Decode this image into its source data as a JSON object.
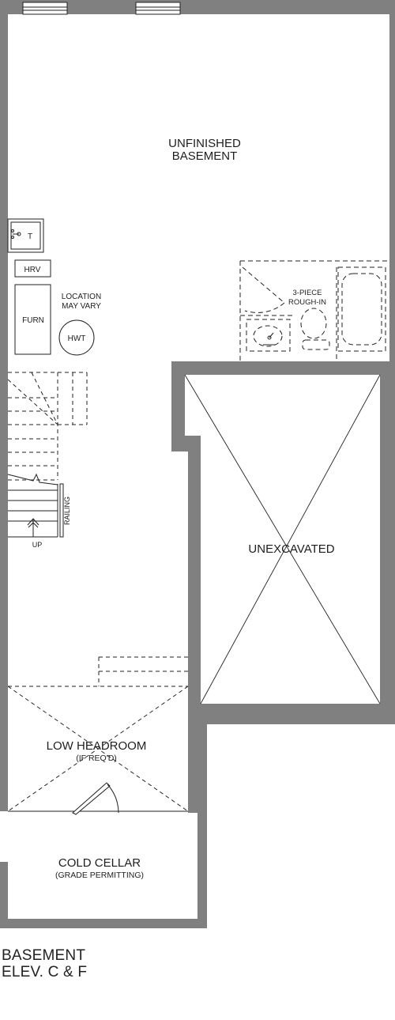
{
  "colors": {
    "wall": "#808080",
    "line": "#222222",
    "background": "#ffffff"
  },
  "rooms": {
    "unfinished_basement_line1": "UNFINISHED",
    "unfinished_basement_line2": "BASEMENT",
    "unexcavated": "UNEXCAVATED",
    "low_headroom": "LOW HEADROOM",
    "low_headroom_note": "(IF REQ'D)",
    "cold_cellar": "COLD CELLAR",
    "cold_cellar_note": "(GRADE PERMITTING)"
  },
  "fixtures": {
    "laundry_tub": "T",
    "hrv": "HRV",
    "furnace": "FURN",
    "location_line1": "LOCATION",
    "location_line2": "MAY VARY",
    "hwt": "HWT",
    "rough_in_line1": "3-PIECE",
    "rough_in_line2": "ROUGH-IN"
  },
  "stairs": {
    "railing": "RAILING",
    "up": "UP"
  },
  "caption": {
    "line1": "BASEMENT",
    "line2": "ELEV. C & F"
  }
}
